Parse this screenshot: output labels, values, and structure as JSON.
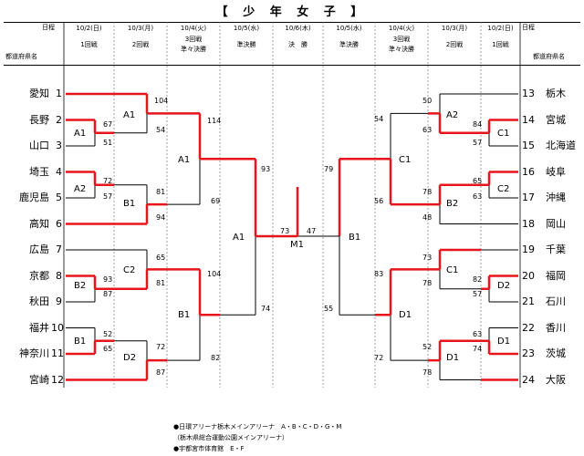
{
  "title": "【 少 年 女 子 】",
  "header": {
    "schedule_label": "日程",
    "pref_label": "都道府県名",
    "columns": [
      {
        "date": "10/2(日)",
        "round": "1回戦",
        "round2": ""
      },
      {
        "date": "10/3(月)",
        "round": "2回戦",
        "round2": ""
      },
      {
        "date": "10/4(火)",
        "round": "3回戦",
        "round2": "準々決勝"
      },
      {
        "date": "10/5(水)",
        "round": "準決勝",
        "round2": ""
      },
      {
        "date": "10/6(木)",
        "round": "決　勝",
        "round2": ""
      },
      {
        "date": "10/5(水)",
        "round": "準決勝",
        "round2": ""
      },
      {
        "date": "10/4(火)",
        "round": "3回戦",
        "round2": "準々決勝"
      },
      {
        "date": "10/3(月)",
        "round": "2回戦",
        "round2": ""
      },
      {
        "date": "10/2(日)",
        "round": "1回戦",
        "round2": ""
      }
    ]
  },
  "left_teams": [
    {
      "seed": "1",
      "name": "愛知"
    },
    {
      "seed": "2",
      "name": "長野"
    },
    {
      "seed": "3",
      "name": "山口"
    },
    {
      "seed": "4",
      "name": "埼玉"
    },
    {
      "seed": "5",
      "name": "鹿児島"
    },
    {
      "seed": "6",
      "name": "高知"
    },
    {
      "seed": "7",
      "name": "広島"
    },
    {
      "seed": "8",
      "name": "京都"
    },
    {
      "seed": "9",
      "name": "秋田"
    },
    {
      "seed": "10",
      "name": "福井"
    },
    {
      "seed": "11",
      "name": "神奈川"
    },
    {
      "seed": "12",
      "name": "宮崎"
    }
  ],
  "right_teams": [
    {
      "seed": "13",
      "name": "栃木"
    },
    {
      "seed": "14",
      "name": "宮城"
    },
    {
      "seed": "15",
      "name": "北海道"
    },
    {
      "seed": "16",
      "name": "岐阜"
    },
    {
      "seed": "17",
      "name": "沖縄"
    },
    {
      "seed": "18",
      "name": "岡山"
    },
    {
      "seed": "19",
      "name": "千葉"
    },
    {
      "seed": "20",
      "name": "福岡"
    },
    {
      "seed": "21",
      "name": "石川"
    },
    {
      "seed": "22",
      "name": "香川"
    },
    {
      "seed": "23",
      "name": "茨城"
    },
    {
      "seed": "24",
      "name": "大阪"
    }
  ],
  "games": {
    "left_r1_a": "A1",
    "left_r1_b": "A2",
    "left_r1_c": "B2",
    "left_r1_d": "B1",
    "left_r2_a": "A1",
    "left_r2_b": "B1",
    "left_r2_c": "C2",
    "left_r2_d": "D2",
    "left_qf_a": "A1",
    "left_qf_b": "B1",
    "left_sf": "A1",
    "final": "M1",
    "right_sf": "B1",
    "right_qf_a": "C1",
    "right_qf_b": "D1",
    "right_r2_a": "A2",
    "right_r2_b": "B2",
    "right_r2_c": "C1",
    "right_r2_d": "D1",
    "right_r1_a": "C1",
    "right_r1_b": "C2",
    "right_r1_c": "D2",
    "right_r1_d": "D1"
  },
  "scores": {
    "l_r1_2": "67",
    "l_r1_3": "51",
    "l_r1_4": "72",
    "l_r1_5": "57",
    "l_r1_8": "93",
    "l_r1_9": "87",
    "l_r1_10": "52",
    "l_r1_11": "65",
    "l_r2_1": "104",
    "l_r2_23": "54",
    "l_r2_45": "81",
    "l_r2_6": "94",
    "l_r2_7": "65",
    "l_r2_89": "81",
    "l_r2_1011": "72",
    "l_r2_12": "87",
    "l_qf_a": "114",
    "l_qf_b": "69",
    "l_qf_c": "104",
    "l_qf_d": "82",
    "l_sf_a": "93",
    "l_sf_b": "74",
    "final_l": "73",
    "final_r": "47",
    "r_sf_a": "79",
    "r_sf_b": "55",
    "r_qf_a": "54",
    "r_qf_b": "56",
    "r_qf_c": "83",
    "r_qf_d": "72",
    "r_r2_13": "50",
    "r_r2_1415": "63",
    "r_r2_1617": "78",
    "r_r2_18": "48",
    "r_r2_19": "73",
    "r_r2_2021": "78",
    "r_r2_2223": "52",
    "r_r2_24": "78",
    "r_r1_14": "84",
    "r_r1_15": "57",
    "r_r1_16": "65",
    "r_r1_17": "63",
    "r_r1_20": "82",
    "r_r1_21": "57",
    "r_r1_22": "63",
    "r_r1_23": "74"
  },
  "footer": {
    "line1": "●日環アリーナ栃木メインアリーナ　A・B・C・D・G・M",
    "line2": "（栃木県総合運動公園メインアリーナ）",
    "line3": "●宇都宮市体育館　E・F"
  },
  "colors": {
    "winner_line": "#e8141c",
    "line": "#000000"
  }
}
